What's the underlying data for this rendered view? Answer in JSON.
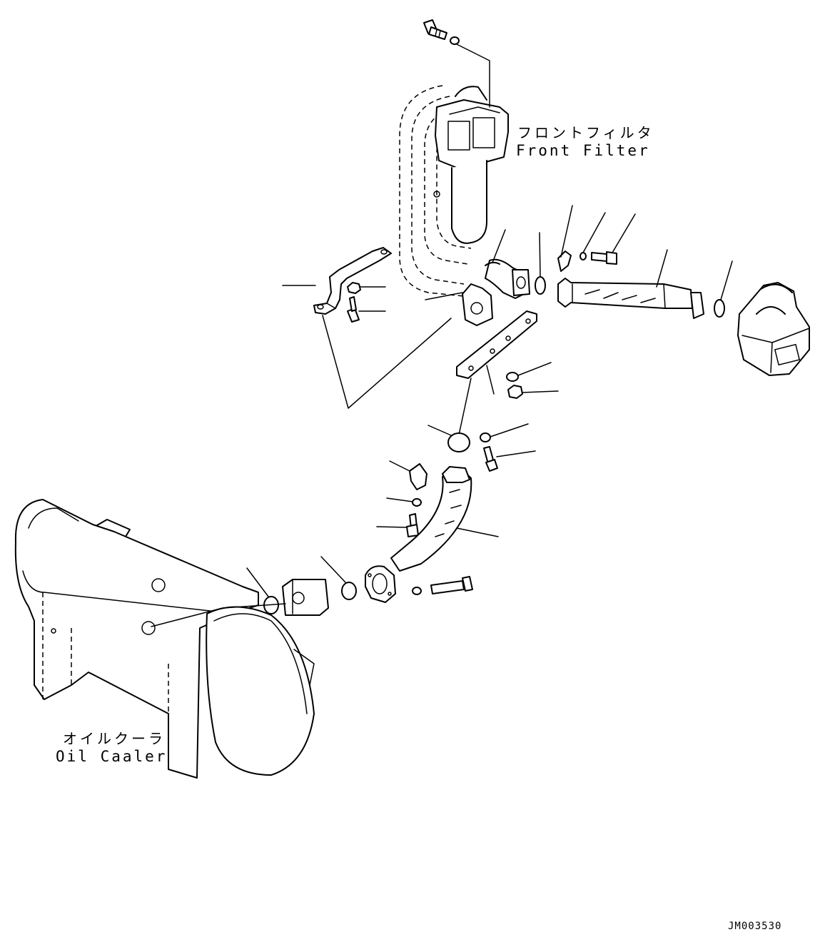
{
  "labels": {
    "front_filter_jp": "フロントフィルタ",
    "front_filter_en": "Front Filter",
    "oil_cooler_jp": "オイルクーラ",
    "oil_cooler_en": "Oil Caaler",
    "drawing_code": "JM003530"
  }
}
